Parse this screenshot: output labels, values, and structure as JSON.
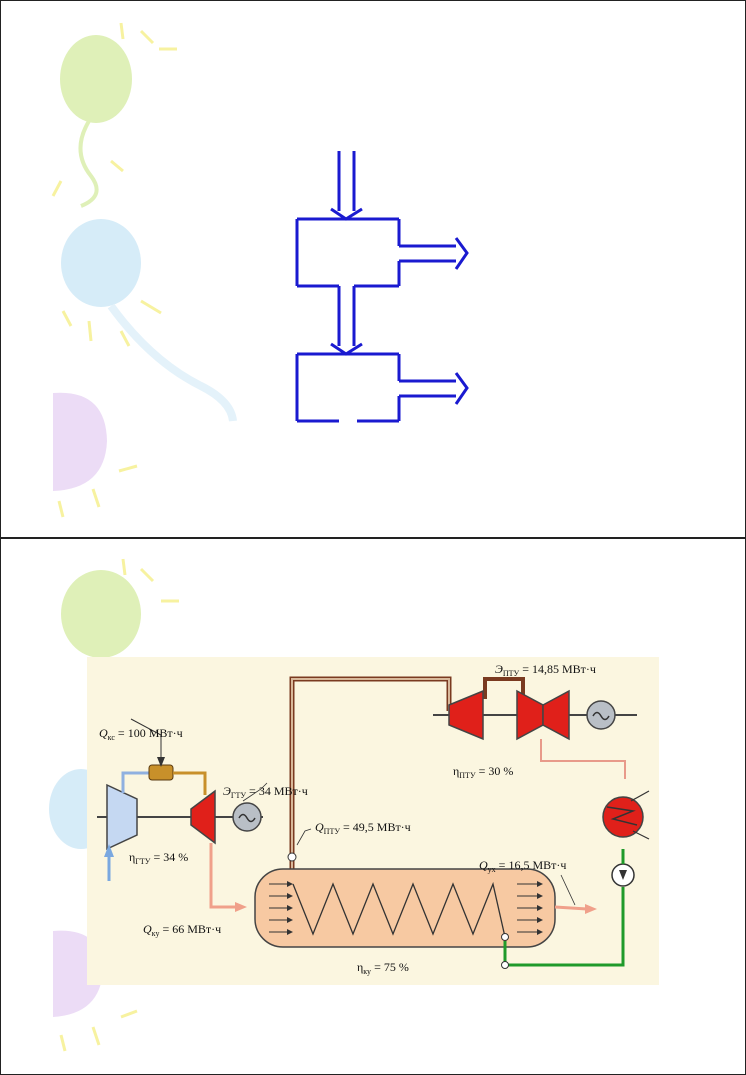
{
  "colors": {
    "balloon_green": "#dff0b8",
    "balloon_blue": "#d6ecf8",
    "balloon_purple": "#ecdcf6",
    "diagram_blue": "#1a1ad0",
    "panel_bg": "#fbf6e0",
    "turbine_red": "#e0201a",
    "compressor_blue": "#c5d8f2",
    "boiler_fill": "#f7c9a2",
    "steam_brown": "#7a3a20",
    "water_green": "#1f9a2a",
    "gas_pink": "#f0a08a"
  },
  "icons": [
    "balloon-icon",
    "sparkle-icon",
    "generator-icon",
    "pump-icon",
    "condenser-icon",
    "arrow-icon"
  ],
  "diagram": {
    "q_ks": {
      "base": "Q",
      "sub": "кс",
      "value": " = 100 МВт·ч"
    },
    "e_gtu": {
      "base": "Э",
      "sub": "ГТУ",
      "value": " = 34 МВт·ч"
    },
    "eta_gtu": {
      "base": "η",
      "sub": "ГТУ",
      "value": " = 34 %"
    },
    "q_ptu": {
      "base": "Q",
      "sub": "ПТУ",
      "value": " = 49,5 МВт·ч"
    },
    "e_ptu": {
      "base": "Э",
      "sub": "ПТУ",
      "value": " = 14,85 МВт·ч"
    },
    "eta_ptu": {
      "base": "η",
      "sub": "ПТУ",
      "value": " = 30 %"
    },
    "q_ux": {
      "base": "Q",
      "sub": "ух",
      "value": " = 16,5 МВт·ч"
    },
    "q_ku": {
      "base": "Q",
      "sub": "ку",
      "value": " = 66 МВт·ч"
    },
    "eta_ku": {
      "base": "η",
      "sub": "ку",
      "value": " = 75 %"
    }
  }
}
